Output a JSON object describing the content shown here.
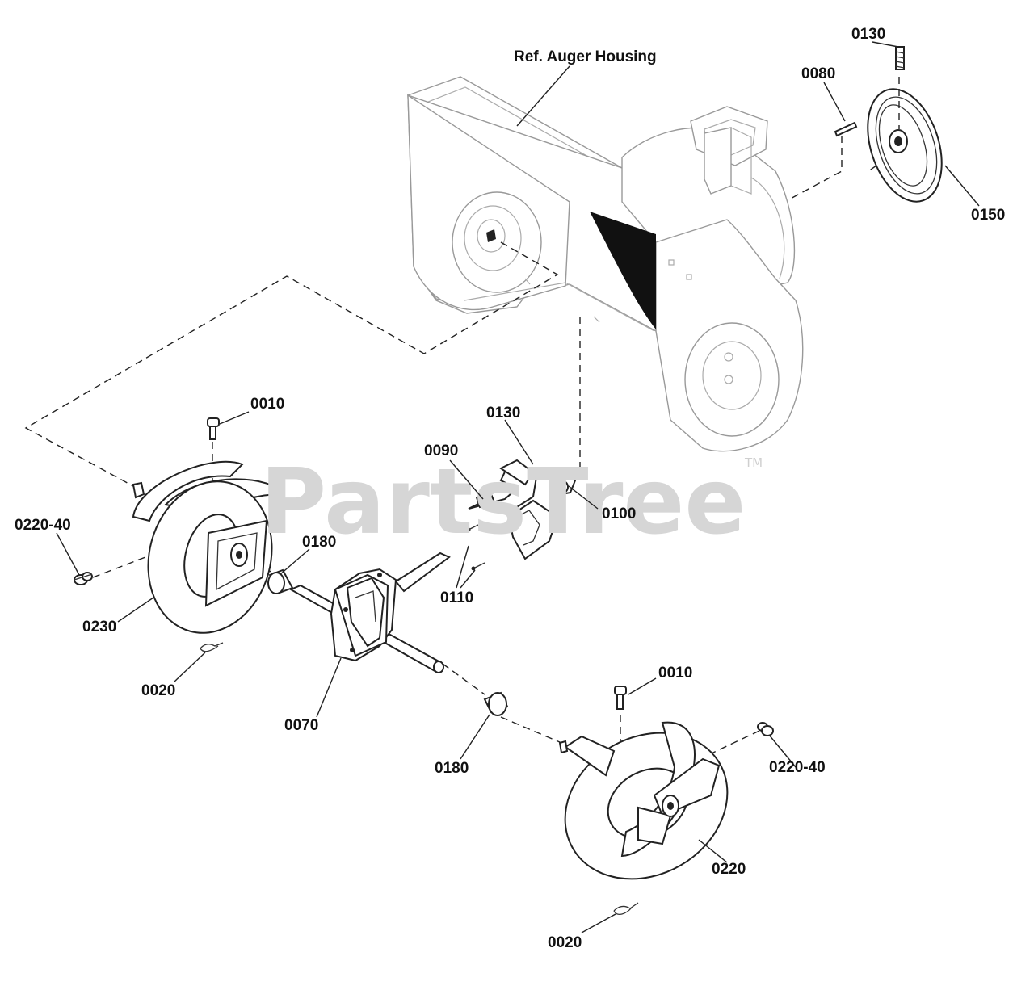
{
  "diagram": {
    "housing_label": "Ref. Auger Housing",
    "watermark": {
      "text": "PartsTree",
      "trademark": "TM"
    },
    "callouts": {
      "p0130_top": "0130",
      "p0080": "0080",
      "p0150": "0150",
      "p0010_left": "0010",
      "p0130_mid": "0130",
      "p0090": "0090",
      "p0100": "0100",
      "p0220_40_left": "0220-40",
      "p0180_left": "0180",
      "p0110": "0110",
      "p0230": "0230",
      "p0020_left": "0020",
      "p0070": "0070",
      "p0010_right": "0010",
      "p0220_40_right": "0220-40",
      "p0180_right": "0180",
      "p0220": "0220",
      "p0020_right": "0020"
    }
  }
}
